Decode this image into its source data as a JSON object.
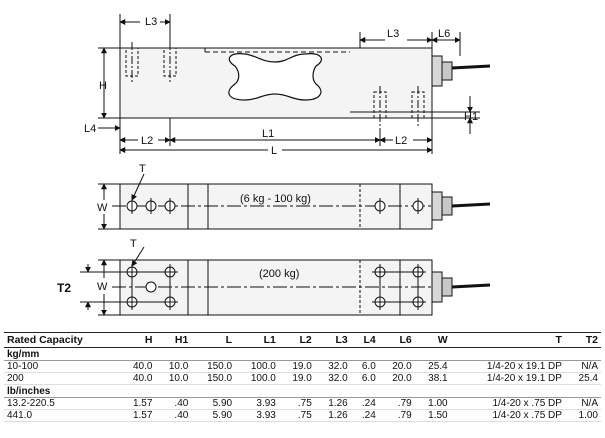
{
  "diagram": {
    "side_view": {
      "labels": {
        "L3_left": "L3",
        "L3_right": "L3",
        "L6": "L6",
        "H": "H",
        "H1": "H1",
        "L4": "L4",
        "L2_left": "L2",
        "L1": "L1",
        "L2_right": "L2",
        "L": "L"
      }
    },
    "top_view_1": {
      "T": "T",
      "W": "W",
      "caption": "(6 kg - 100 kg)"
    },
    "top_view_2": {
      "T": "T",
      "T2": "T2",
      "W": "W",
      "caption": "(200 kg)"
    }
  },
  "table": {
    "columns": [
      "Rated Capacity",
      "H",
      "H1",
      "L",
      "L1",
      "L2",
      "L3",
      "L4",
      "L6",
      "W",
      "T",
      "T2"
    ],
    "sections": [
      {
        "title": "kg/mm",
        "rows": [
          [
            "10-100",
            "40.0",
            "10.0",
            "150.0",
            "100.0",
            "19.0",
            "32.0",
            "6.0",
            "20.0",
            "25.4",
            "1/4-20 x 19.1 DP",
            "N/A"
          ],
          [
            "200",
            "40.0",
            "10.0",
            "150.0",
            "100.0",
            "19.0",
            "32.0",
            "6.0",
            "20.0",
            "38.1",
            "1/4-20 x 19.1 DP",
            "25.4"
          ]
        ]
      },
      {
        "title": "lb/inches",
        "rows": [
          [
            "13.2-220.5",
            "1.57",
            ".40",
            "5.90",
            "3.93",
            ".75",
            "1.26",
            ".24",
            ".79",
            "1.00",
            "1/4-20 x .75 DP",
            "N/A"
          ],
          [
            "441.0",
            "1.57",
            ".40",
            "5.90",
            "3.93",
            ".75",
            "1.26",
            ".24",
            ".79",
            "1.50",
            "1/4-20 x .75 DP",
            "1.00"
          ]
        ]
      }
    ]
  }
}
